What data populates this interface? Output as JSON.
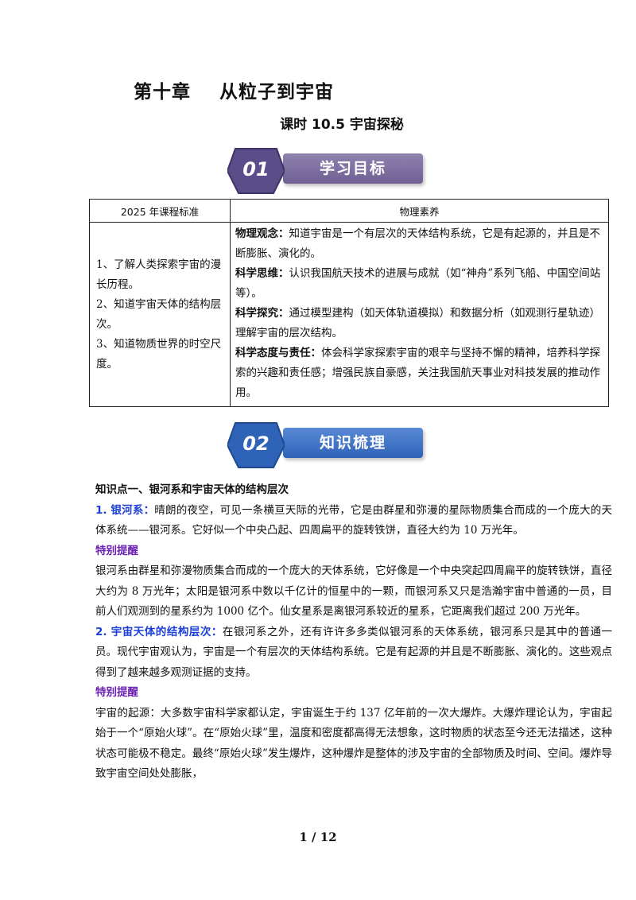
{
  "chapter_title": "第十章    从粒子到宇宙",
  "lesson_title": "课时 10.5  宇宙探秘",
  "section1": {
    "number": "01",
    "label": "学习目标",
    "color": "#7c6d9e",
    "num_color": "#5b4d8a"
  },
  "section2": {
    "number": "02",
    "label": "知识梳理",
    "color": "#3d73c7",
    "num_color": "#2f63b8"
  },
  "table": {
    "header_left": "2025 年课程标准",
    "header_right": "物理素养",
    "standards": [
      "1、了解人类探索宇宙的漫长历程。",
      "2、知道宇宙天体的结构层次。",
      "3、知道物质世界的时空尺度。"
    ],
    "literacy": [
      {
        "label": "物理观念：",
        "text": "知道宇宙是一个有层次的天体结构系统，它是有起源的，并且是不断膨胀、演化的。"
      },
      {
        "label": "科学思维：",
        "text": "认识我国航天技术的进展与成就（如“神舟”系列飞船、中国空间站等）。"
      },
      {
        "label": "科学探究：",
        "text": "通过模型建构（如天体轨道模拟）和数据分析（如观测行星轨迹）理解宇宙的层次结构。"
      },
      {
        "label": "科学态度与责任：",
        "text": "体会科学家探索宇宙的艰辛与坚持不懈的精神，培养科学探索的兴趣和责任感；增强民族自豪感，关注我国航天事业对科技发展的推动作用。"
      }
    ]
  },
  "content": {
    "kp1_title": "知识点一、银河系和宇宙天体的结构层次",
    "p1_label": "1. 银河系：",
    "p1_text": "晴朗的夜空，可见一条横亘天际的光带，它是由群星和弥漫的星际物质集合而成的一个庞大的天体系统——银河系。它好似一个中央凸起、四周扁平的旋转铁饼，直径大约为 10 万光年。",
    "note1_label": "特别提醒",
    "note1_text": "银河系由群星和弥漫物质集合而成的一个庞大的天体系统，它好像是一个中央突起四周扁平的旋转铁饼，直径大约为 8 万光年；太阳是银河系中数以千亿计的恒星中的一颗，而银河系又只是浩瀚宇宙中普通的一员，目前人们观测到的星系约为 1000 亿个。仙女星系是离银河系较近的星系，它距离我们超过 200 万光年。",
    "p2_label": "2. 宇宙天体的结构层次：",
    "p2_text": "在银河系之外，还有许许多多类似银河系的天体系统，银河系只是其中的普通一员。现代宇宙观认为，宇宙是一个有层次的天体结构系统。它是有起源的并且是不断膨胀、演化的。这些观点得到了越来越多观测证据的支持。",
    "note2_label": "特别提醒",
    "note2_text": "宇宙的起源：大多数宇宙科学家都认定，宇宙诞生于约 137 亿年前的一次大爆炸。大爆炸理论认为，宇宙起始于一个“原始火球”。在“原始火球”里，温度和密度都高得无法想象，这时物质的状态至今还无法描述，这种状态可能极不稳定。最终“原始火球”发生爆炸，这种爆炸是整体的涉及宇宙的全部物质及时间、空间。爆炸导致宇宙空间处处膨胀，"
  },
  "footer": {
    "page": "1 / 12"
  }
}
